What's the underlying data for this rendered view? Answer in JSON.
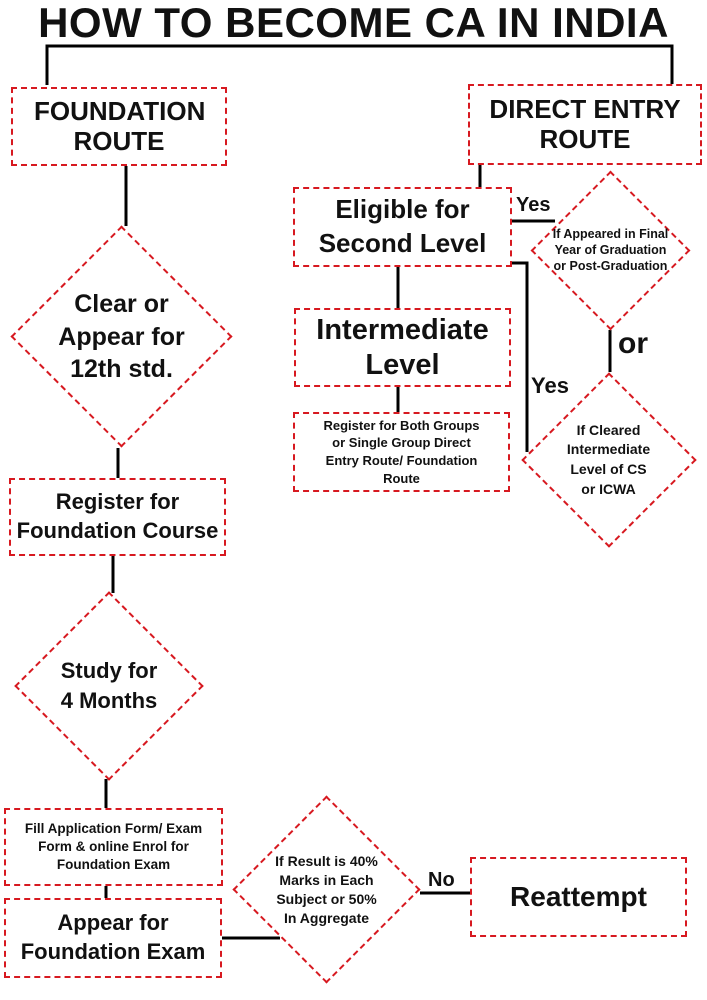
{
  "title": "HOW TO BECOME CA IN INDIA",
  "nodes": {
    "foundation_route": "FOUNDATION ROUTE",
    "direct_entry_route": "DIRECT ENTRY ROUTE",
    "eligible_second_level": "Eligible for Second Level",
    "appeared_final_year": "If Appeared in Final Year of Graduation or Post-Graduation",
    "intermediate_level": "Intermediate Level",
    "cleared_intermediate_cs_icwa": "If Cleared Intermediate Level of CS or ICWA",
    "register_groups": "Register for Both Groups or Single Group Direct Entry Route/ Foundation Route",
    "clear_appear_12th": "Clear or Appear for 12th std.",
    "register_foundation_course": "Register for Foundation Course",
    "study_4_months": "Study for 4 Months",
    "fill_application_form": "Fill Application Form/ Exam Form & online Enrol for Foundation Exam",
    "appear_foundation_exam": "Appear for Foundation Exam",
    "result_condition": "If Result is 40% Marks in Each Subject or 50% In Aggregate",
    "reattempt": "Reattempt"
  },
  "edge_labels": {
    "yes_top": "Yes",
    "yes_side": "Yes",
    "or": "or",
    "no": "No"
  },
  "colors": {
    "border": "#d71920",
    "connector": "#000000",
    "text": "#111111"
  }
}
